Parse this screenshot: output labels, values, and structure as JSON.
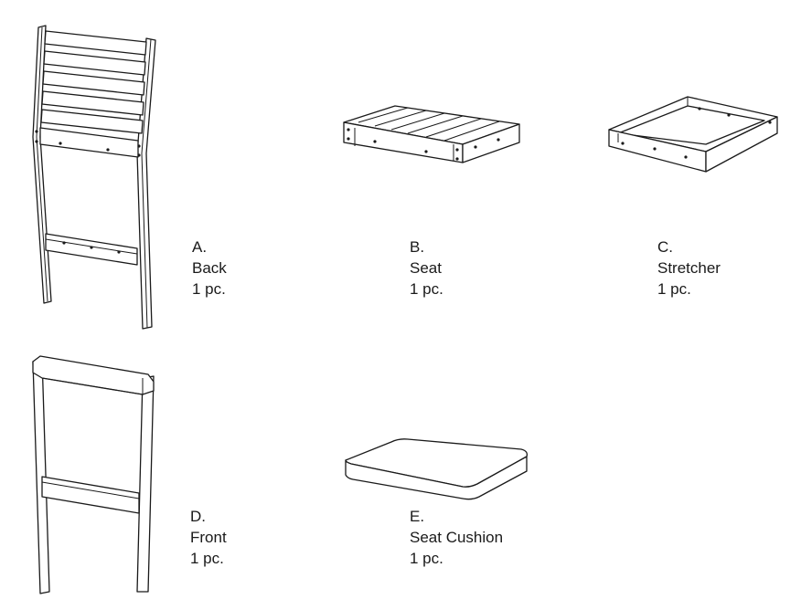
{
  "parts": [
    {
      "letter": "A.",
      "name": "Back",
      "qty": "1 pc.",
      "icon": "chair-back-drawing"
    },
    {
      "letter": "B.",
      "name": "Seat",
      "qty": "1 pc.",
      "icon": "slatted-seat-drawing"
    },
    {
      "letter": "C.",
      "name": "Stretcher",
      "qty": "1 pc.",
      "icon": "stretcher-frame-drawing"
    },
    {
      "letter": "D.",
      "name": "Front",
      "qty": "1 pc.",
      "icon": "chair-front-frame-drawing"
    },
    {
      "letter": "E.",
      "name": "Seat Cushion",
      "qty": "1 pc.",
      "icon": "seat-cushion-drawing"
    }
  ]
}
